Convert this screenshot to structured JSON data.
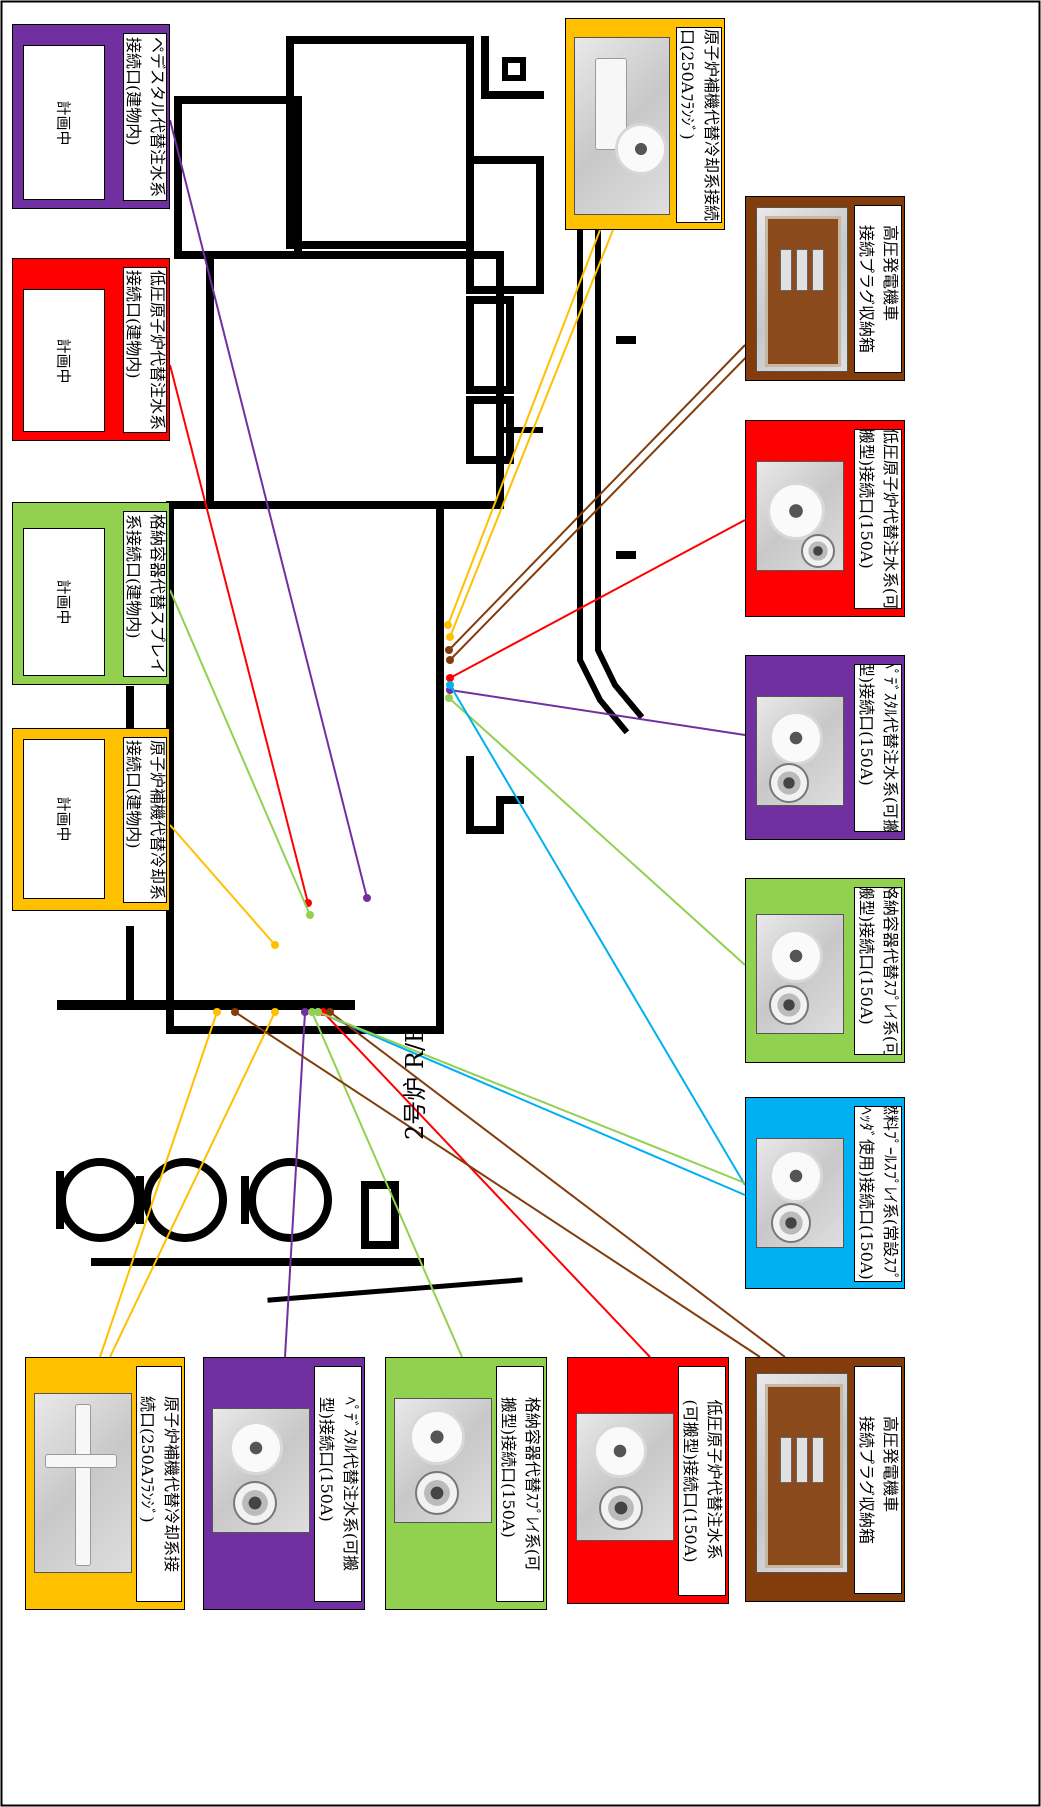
{
  "building_label": "2号炉 R/B",
  "colors": {
    "orange": "#ffc000",
    "purple": "#7030a0",
    "green": "#92d050",
    "red": "#ff0000",
    "brown": "#833c0b",
    "cyan": "#00b0f0"
  },
  "cards": [
    {
      "id": "left-aux-cooling-planned",
      "color": "orange",
      "label": "原子炉補機代替冷却系\n接続口(建物内)",
      "placeholder": "計画中"
    },
    {
      "id": "left-containment-spray-planned",
      "color": "green",
      "label": "格納容器代替スプレイ\n系接続口(建物内)",
      "placeholder": "計画中"
    },
    {
      "id": "left-low-pressure-injection-planned",
      "color": "red",
      "label": "低圧原子炉代替注水系\n接続口(建物内)",
      "placeholder": "計画中"
    },
    {
      "id": "left-pedestal-injection-planned",
      "color": "purple",
      "label": "ペデスタル代替注水系\n接続口(建物内)",
      "placeholder": "計画中"
    },
    {
      "id": "top-aux-cooling",
      "color": "orange",
      "label": "原子炉補機代替冷却系接続\n口(250Aﾌﾗﾝｼﾞ)",
      "photo": "flange"
    },
    {
      "id": "top-hv-generator-box",
      "color": "brown",
      "label": "高圧発電機車\n接続プラグ収納箱",
      "photo": "box"
    },
    {
      "id": "top-low-pressure-injection",
      "color": "red",
      "label": "低圧原子炉代替注水系(可\n搬型)接続口(150A)",
      "photo": "valve"
    },
    {
      "id": "top-pedestal-injection",
      "color": "purple",
      "label": "ﾍﾟﾃﾞｽﾀﾙ代替注水系(可搬\n型)接続口(150A)",
      "photo": "valve"
    },
    {
      "id": "top-containment-spray",
      "color": "green",
      "label": "格納容器代替ｽﾌﾟﾚｲ系(可\n搬型)接続口(150A)",
      "photo": "valve"
    },
    {
      "id": "top-fuel-pool-spray",
      "color": "cyan",
      "label": "燃料ﾌﾟｰﾙｽﾌﾟﾚｲ系(常設ｽﾌﾟﾚ\nｲﾍｯﾀﾞ使用)接続口(150A)",
      "photo": "valve"
    },
    {
      "id": "bottom-aux-cooling",
      "color": "orange",
      "label": "原子炉補機代替冷却系接\n続口(250Aﾌﾗﾝｼﾞ)",
      "photo": "pipe"
    },
    {
      "id": "bottom-pedestal-injection",
      "color": "purple",
      "label": "ﾍﾟﾃﾞｽﾀﾙ代替注水系(可搬\n型)接続口(150A)",
      "photo": "valve"
    },
    {
      "id": "bottom-containment-spray",
      "color": "green",
      "label": "格納容器代替ｽﾌﾟﾚｲ系(可\n搬型)接続口(150A)",
      "photo": "valve"
    },
    {
      "id": "bottom-low-pressure-injection",
      "color": "red",
      "label": "低圧原子炉代替注水系\n(可搬型)接続口(150A)",
      "photo": "valve"
    },
    {
      "id": "bottom-hv-generator-box",
      "color": "brown",
      "label": "高圧発電機車\n接続プラグ収納箱",
      "photo": "box"
    }
  ]
}
